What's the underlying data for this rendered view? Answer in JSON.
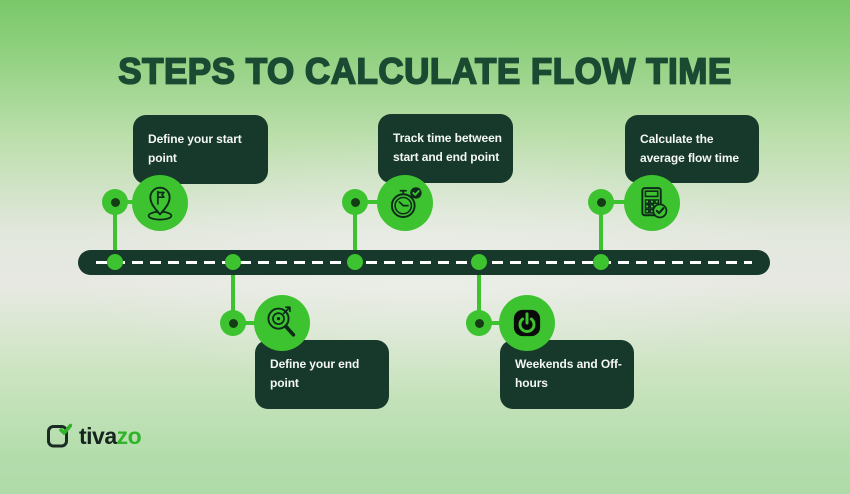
{
  "title": "STEPS TO CALCULATE FLOW TIME",
  "steps": [
    {
      "label": "Define your start point",
      "icon": "location-pin-flag-icon",
      "position": "top"
    },
    {
      "label": "Define your end point",
      "icon": "magnifier-target-icon",
      "position": "bottom"
    },
    {
      "label": "Track time between start and end point",
      "icon": "stopwatch-check-icon",
      "position": "top"
    },
    {
      "label": "Weekends and Off-hours",
      "icon": "power-button-icon",
      "position": "bottom"
    },
    {
      "label": "Calculate the average flow time",
      "icon": "calculator-check-icon",
      "position": "top"
    }
  ],
  "logo": {
    "brand_prefix": "tiva",
    "brand_suffix": "zo"
  },
  "colors": {
    "dark_green": "#17392B",
    "bright_green": "#3DC32F",
    "title_green": "#1B4A33",
    "card_text": "#F4F7F4",
    "logo_dark": "#16251F",
    "logo_green": "#2FB527",
    "background_top": "#79C869",
    "background_middle": "#E7E9E2",
    "background_bottom": "#AFDBA9"
  }
}
